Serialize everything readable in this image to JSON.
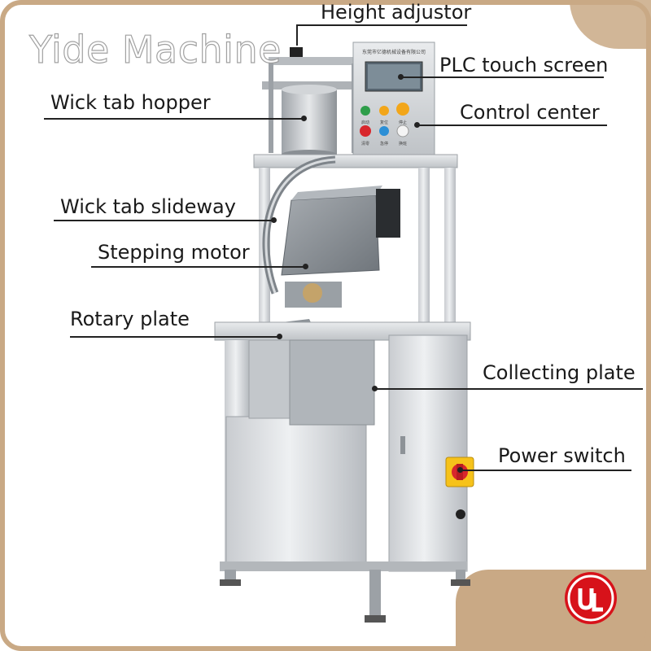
{
  "brand": {
    "watermark": "Yide Machine"
  },
  "labels": {
    "height_adjustor": "Height adjustor",
    "plc_touch_screen": "PLC touch screen",
    "wick_tab_hopper": "Wick tab hopper",
    "control_center": "Control center",
    "wick_tab_slideway": "Wick tab slideway",
    "stepping_motor": "Stepping motor",
    "rotary_plate": "Rotary plate",
    "collecting_plate": "Collecting plate",
    "power_switch": "Power switch"
  },
  "panel": {
    "company_name": "东莞市亿德机械设备有限公司",
    "button_labels": [
      "启动",
      "复位",
      "停止",
      "清零",
      "急停",
      "换班"
    ]
  },
  "certification": {
    "logo": "UL",
    "icon": "ul-certification-icon"
  },
  "colors": {
    "frame": "#c9a985",
    "steel_light": "#e4e6e8",
    "steel_mid": "#bcc0c4",
    "steel_dark": "#8a8f94",
    "button_green": "#2e9e4a",
    "button_orange": "#f2a61a",
    "button_red": "#d8262c",
    "button_blue": "#2c8fd6",
    "button_white": "#f4f4f4",
    "switch_yellow": "#f6c21a",
    "ul_red": "#d7121a"
  }
}
